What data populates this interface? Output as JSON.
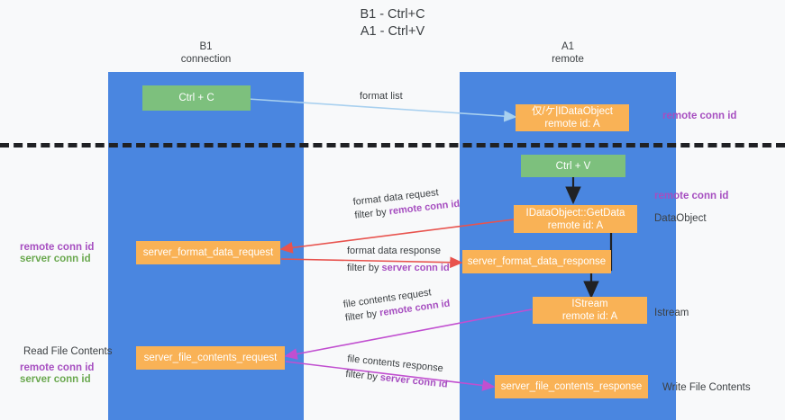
{
  "header": {
    "title": "B1 - Ctrl+C\nA1 - Ctrl+V"
  },
  "lanes": [
    {
      "id": "b1",
      "title": "B1\nconnection",
      "color": "#4a86e0"
    },
    {
      "id": "a1",
      "title": "A1\nremote",
      "color": "#4a86e0"
    }
  ],
  "nodes": {
    "ctrl_c": {
      "label": "Ctrl + C",
      "color": "#7dc07d"
    },
    "idataobject_top": {
      "label": "仅/ケ|IDataObject\nremote id: A",
      "color": "#f9b256"
    },
    "ctrl_v": {
      "label": "Ctrl + V",
      "color": "#7dc07d"
    },
    "idataobject_getdata": {
      "label": "IDataObject::GetData\nremote id: A",
      "color": "#f9b256"
    },
    "server_format_data_request": {
      "label": "server_format_data_request",
      "color": "#f9b256"
    },
    "server_format_data_response": {
      "label": "server_format_data_response",
      "color": "#f9b256"
    },
    "istream": {
      "label": "IStream\nremote id: A",
      "color": "#f9b256"
    },
    "server_file_contents_request": {
      "label": "server_file_contents_request",
      "color": "#f9b256"
    },
    "server_file_contents_response": {
      "label": "server_file_contents_response",
      "color": "#f9b256"
    }
  },
  "side_labels": {
    "right_remote_conn_id_top": "remote conn id",
    "right_remote_conn_id_mid": "remote conn id",
    "right_dataobject": "DataObject",
    "right_istream": "Istream",
    "right_write_file_contents": "Write File Contents",
    "left_remote_conn_id": "remote conn id",
    "left_server_conn_id": "server conn id",
    "left_read_file_contents": "Read File Contents",
    "left_remote_conn_id_2": "remote conn id",
    "left_server_conn_id_2": "server conn id"
  },
  "edges": {
    "format_list": {
      "label": "format list",
      "color": "#a8d0ef"
    },
    "format_data_request_l1": "format data request",
    "format_data_request_l2_prefix": "filter by ",
    "format_data_request_l2_key": "remote conn id",
    "format_data_response_l1": "format data response",
    "format_data_response_l2_prefix": "filter by ",
    "format_data_response_l2_key": "server conn id",
    "file_contents_request_l1": "file contents request",
    "file_contents_request_l2_prefix": "filter by ",
    "file_contents_request_l2_key": "remote conn id",
    "file_contents_response_l1": "file contents response",
    "file_contents_response_l2_prefix": "filter by ",
    "file_contents_response_l2_key": "server conn id"
  },
  "colors": {
    "lane": "#4a86e0",
    "green_node": "#7dc07d",
    "orange_node": "#f9b256",
    "purple": "#a64ec0",
    "green_text": "#6aa84f",
    "red_arrow": "#e8534e",
    "magenta_arrow": "#c14fd0",
    "light_blue_arrow": "#a8d0ef",
    "black_arrow": "#202124",
    "divider": "#202124",
    "background": "#f8f9fa"
  }
}
